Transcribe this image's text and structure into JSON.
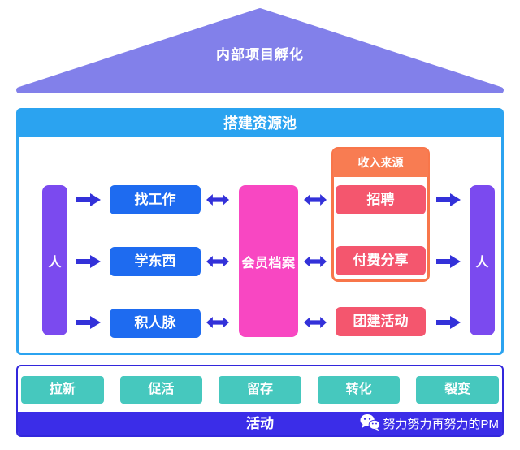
{
  "roof": {
    "label": "内部项目孵化"
  },
  "pool": {
    "title": "搭建资源池",
    "person_left": "人",
    "person_right": "人",
    "needs": [
      {
        "label": "找工作"
      },
      {
        "label": "学东西"
      },
      {
        "label": "积人脉"
      }
    ],
    "member_profile": "会员档案",
    "income": {
      "title": "收入来源",
      "items": [
        {
          "label": "招聘"
        },
        {
          "label": "付费分享"
        }
      ]
    },
    "team_building": "团建活动"
  },
  "funnel": {
    "stages": [
      {
        "label": "拉新"
      },
      {
        "label": "促活"
      },
      {
        "label": "留存"
      },
      {
        "label": "转化"
      },
      {
        "label": "裂变"
      }
    ]
  },
  "footer": {
    "title": "活动",
    "credit": "努力努力再努力的PM",
    "icon": "wechat-icon"
  },
  "palette": {
    "roof_purple": "#8280EA",
    "pool_blue": "#2BA3F0",
    "person_purple": "#7B4AEF",
    "need_blue": "#1E6BF0",
    "arrow_indigo": "#3331D9",
    "member_pink": "#F847C2",
    "income_orange": "#F87C52",
    "revenue_red": "#F4566E",
    "funnel_teal": "#46C8BE",
    "footer_indigo": "#3B2DE8"
  }
}
